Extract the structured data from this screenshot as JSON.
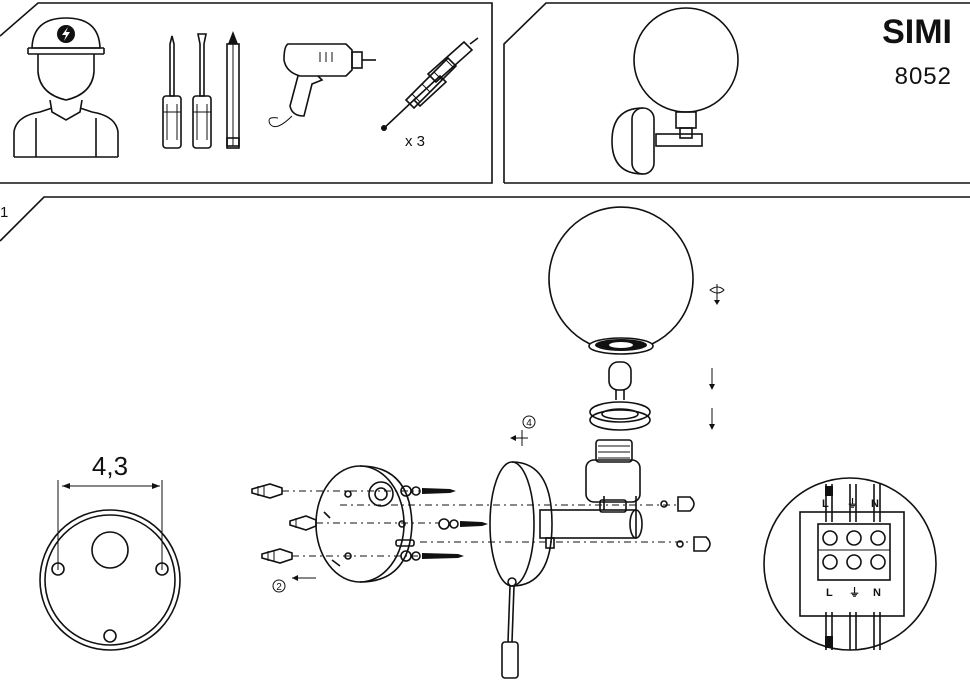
{
  "header": {
    "product_name": "SIMI",
    "product_code": "8052"
  },
  "tools": {
    "dowel_quantity": "x 3"
  },
  "step": {
    "number": "1",
    "dimension_label": "4,3",
    "callout_4": "4",
    "callout_2": "2"
  },
  "wiring": {
    "top_labels": [
      "L",
      "⏚",
      "N"
    ],
    "bottom_labels": [
      "L",
      "⏚",
      "N"
    ]
  },
  "colors": {
    "line": "#111111",
    "background": "#ffffff"
  }
}
